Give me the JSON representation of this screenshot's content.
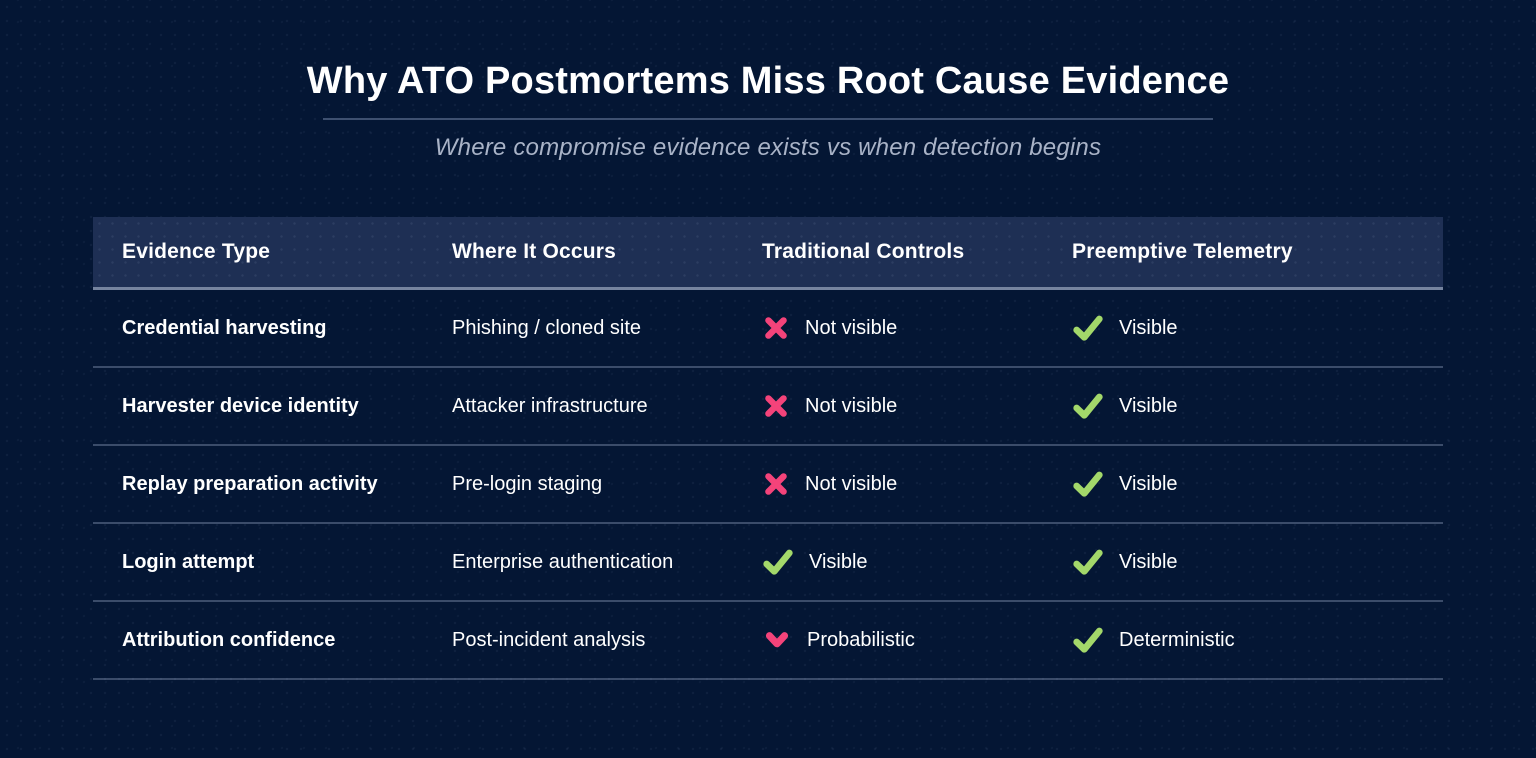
{
  "page": {
    "title": "Why ATO Postmortems Miss Root Cause Evidence",
    "subtitle": "Where compromise evidence exists vs when detection begins"
  },
  "colors": {
    "background": "#041634",
    "header_background": "#1e2f54",
    "divider": "#76849f",
    "title_text": "#ffffff",
    "subtitle_text": "#a9b3c7",
    "cross_icon": "#f4437a",
    "check_icon": "#a3d86a",
    "chevron_icon": "#f4437a"
  },
  "table": {
    "headers": {
      "evidence_type": "Evidence Type",
      "where_it_occurs": "Where It Occurs",
      "traditional_controls": "Traditional Controls",
      "preemptive_telemetry": "Preemptive Telemetry"
    },
    "rows": [
      {
        "evidence_type": "Credential harvesting",
        "where_it_occurs": "Phishing / cloned site",
        "traditional_controls": {
          "icon": "cross-icon",
          "label": "Not visible"
        },
        "preemptive_telemetry": {
          "icon": "check-icon",
          "label": "Visible"
        }
      },
      {
        "evidence_type": "Harvester device identity",
        "where_it_occurs": "Attacker infrastructure",
        "traditional_controls": {
          "icon": "cross-icon",
          "label": "Not visible"
        },
        "preemptive_telemetry": {
          "icon": "check-icon",
          "label": "Visible"
        }
      },
      {
        "evidence_type": "Replay preparation activity",
        "where_it_occurs": "Pre-login staging",
        "traditional_controls": {
          "icon": "cross-icon",
          "label": "Not visible"
        },
        "preemptive_telemetry": {
          "icon": "check-icon",
          "label": "Visible"
        }
      },
      {
        "evidence_type": "Login attempt",
        "where_it_occurs": "Enterprise authentication",
        "traditional_controls": {
          "icon": "check-icon",
          "label": "Visible"
        },
        "preemptive_telemetry": {
          "icon": "check-icon",
          "label": "Visible"
        }
      },
      {
        "evidence_type": "Attribution confidence",
        "where_it_occurs": "Post-incident analysis",
        "traditional_controls": {
          "icon": "chevron-down-icon",
          "label": "Probabilistic"
        },
        "preemptive_telemetry": {
          "icon": "check-icon",
          "label": "Deterministic"
        }
      }
    ]
  },
  "chart_data": {
    "type": "table",
    "title": "Why ATO Postmortems Miss Root Cause Evidence",
    "subtitle": "Where compromise evidence exists vs when detection begins",
    "columns": [
      "Evidence Type",
      "Where It Occurs",
      "Traditional Controls",
      "Preemptive Telemetry"
    ],
    "rows": [
      [
        "Credential harvesting",
        "Phishing / cloned site",
        "✗ Not visible",
        "✓ Visible"
      ],
      [
        "Harvester device identity",
        "Attacker infrastructure",
        "✗ Not visible",
        "✓ Visible"
      ],
      [
        "Replay preparation activity",
        "Pre-login staging",
        "✗ Not visible",
        "✓ Visible"
      ],
      [
        "Login attempt",
        "Enterprise authentication",
        "✓ Visible",
        "✓ Visible"
      ],
      [
        "Attribution confidence",
        "Post-incident analysis",
        "▾ Probabilistic",
        "✓ Deterministic"
      ]
    ]
  }
}
